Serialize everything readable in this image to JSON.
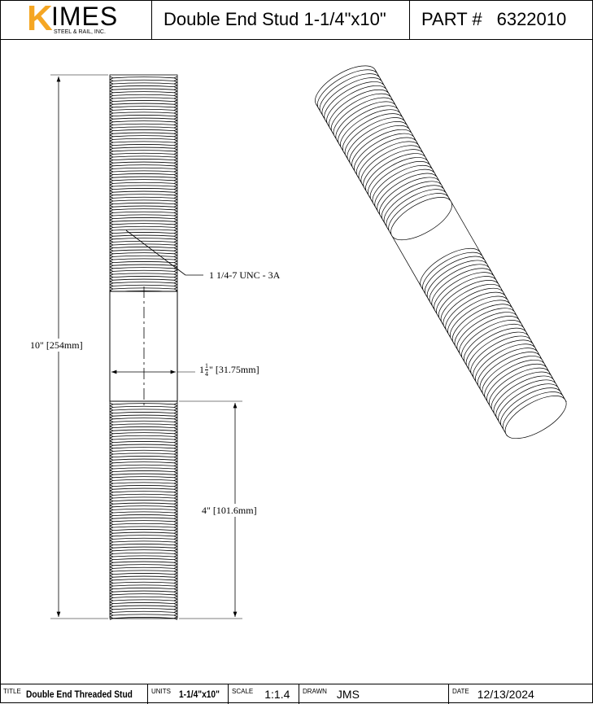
{
  "header": {
    "logo_text": "KIMES",
    "logo_sub": "STEEL & RAIL, INC.",
    "title": "Double End Stud 1-1/4\"x10\"",
    "part_label": "PART #",
    "part_number": "6322010"
  },
  "drawing": {
    "thread_callout": "1 1/4-7 UNC - 3A",
    "overall_length": "10\" [254mm]",
    "diameter_whole": "1",
    "diameter_num": "1",
    "diameter_den": "4",
    "diameter_rest": "\" [31.75mm]",
    "thread_length": "4\" [101.6mm]"
  },
  "title_block": {
    "title_label": "TITLE",
    "title_value": "Double End Threaded Stud",
    "units_label": "UNITS",
    "units_value": "1-1/4\"x10\"",
    "scale_label": "SCALE",
    "scale_value": "1:1.4",
    "drawn_label": "DRAWN",
    "drawn_value": "JMS",
    "date_label": "DATE",
    "date_value": "12/13/2024"
  },
  "colors": {
    "logo_accent": "#f5a623"
  }
}
